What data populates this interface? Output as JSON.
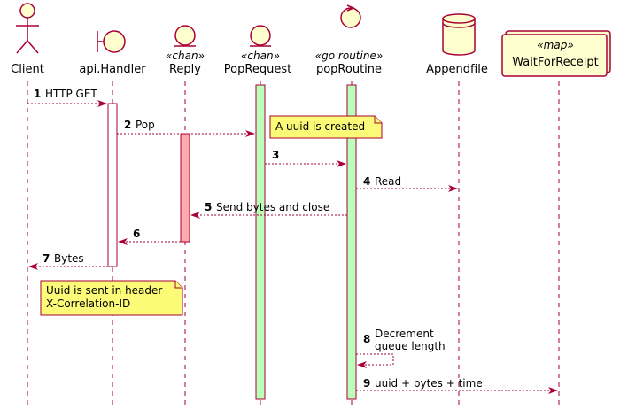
{
  "participants": [
    {
      "id": "client",
      "name": "Client",
      "stereotype": "",
      "shape": "actor"
    },
    {
      "id": "handler",
      "name": "api.Handler",
      "stereotype": "",
      "shape": "boundary"
    },
    {
      "id": "reply",
      "name": "Reply",
      "stereotype": "«chan»",
      "shape": "entity"
    },
    {
      "id": "poprequest",
      "name": "PopRequest",
      "stereotype": "«chan»",
      "shape": "entity"
    },
    {
      "id": "poproutine",
      "name": "popRoutine",
      "stereotype": "«go routine»",
      "shape": "control"
    },
    {
      "id": "appendfile",
      "name": "Appendfile",
      "stereotype": "",
      "shape": "database"
    },
    {
      "id": "waitforreceipt",
      "name": "WaitForReceipt",
      "stereotype": "«map»",
      "shape": "collections"
    }
  ],
  "activation_colors": {
    "handler": "#FFFFFF",
    "reply": "#FFAAAA",
    "poprequest": "#BBFFBB",
    "poproutine": "#BBFFBB"
  },
  "messages": [
    {
      "num": "1",
      "label": "HTTP GET",
      "from": "client",
      "to": "handler"
    },
    {
      "num": "2",
      "label": "Pop",
      "from": "handler",
      "to": "poprequest"
    },
    {
      "num": "3",
      "label": "",
      "from": "poprequest",
      "to": "poproutine"
    },
    {
      "num": "4",
      "label": "Read",
      "from": "poproutine",
      "to": "appendfile"
    },
    {
      "num": "5",
      "label": "Send bytes and close",
      "from": "poproutine",
      "to": "reply"
    },
    {
      "num": "6",
      "label": "",
      "from": "reply",
      "to": "handler"
    },
    {
      "num": "7",
      "label": "Bytes",
      "from": "handler",
      "to": "client"
    },
    {
      "num": "8",
      "label": [
        "Decrement",
        "queue length"
      ],
      "from": "poproutine",
      "to": "poproutine"
    },
    {
      "num": "9",
      "label": "uuid + bytes + time",
      "from": "poproutine",
      "to": "waitforreceipt"
    }
  ],
  "notes": [
    {
      "id": "uuid-created",
      "lines": [
        "A uuid is created"
      ]
    },
    {
      "id": "uuid-header",
      "lines": [
        "Uuid is sent in header",
        "X-Correlation-ID"
      ]
    }
  ]
}
